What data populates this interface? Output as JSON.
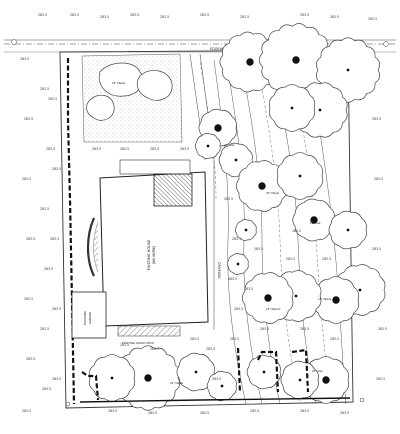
{
  "labels": {
    "street_top": "EDGEWOOD ST",
    "driveway": "DRIVEWAY",
    "house_line1": "EXISTING HOUSE",
    "house_line2": "(NO WORK)",
    "garage_line1": "EXISTING",
    "garage_line2": "GARAGE",
    "existing_wood_deck": "EXISTING WOOD DECK"
  },
  "tree_tags": [
    "18\" Maple",
    "24\" Oak",
    "30\" Maple",
    "12\" Oak",
    "18\" Walnut",
    "16\" Maple",
    "24\" Maple",
    "20\" Oak"
  ],
  "spot_elevation": "283.5",
  "colors": {
    "line": "#333333",
    "fence": "#111111",
    "hatch": "#555555",
    "background": "#ffffff"
  }
}
